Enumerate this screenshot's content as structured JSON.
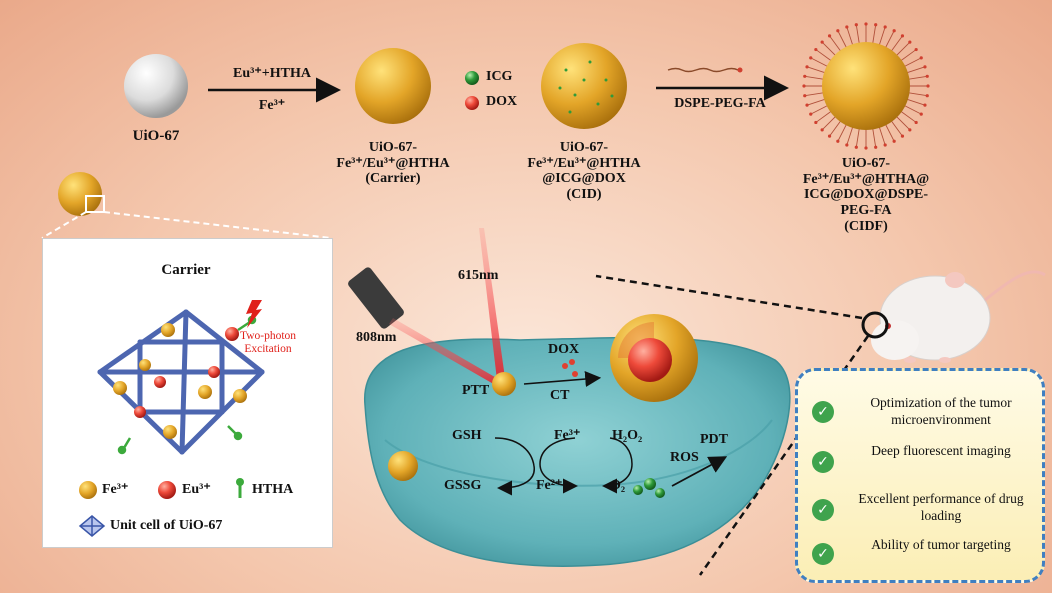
{
  "synthesis": {
    "uio67": "UiO-67",
    "step1_top": "Eu³⁺+HTHA",
    "step1_bottom": "Fe³⁺",
    "carrier_l1": "UiO-67-",
    "carrier_l2": "Fe³⁺/Eu³⁺@HTHA",
    "carrier_l3": "(Carrier)",
    "icg": "ICG",
    "dox": "DOX",
    "cid_l1": "UiO-67-",
    "cid_l2": "Fe³⁺/Eu³⁺@HTHA",
    "cid_l3": "@ICG@DOX",
    "cid_l4": "(CID)",
    "step3": "DSPE-PEG-FA",
    "cidf_l1": "UiO-67-",
    "cidf_l2": "Fe³⁺/Eu³⁺@HTHA@",
    "cidf_l3": "ICG@DOX@DSPE-",
    "cidf_l4": "PEG-FA",
    "cidf_l5": "(CIDF)"
  },
  "carrier_panel": {
    "title": "Carrier",
    "excitation_l1": "Two-photon",
    "excitation_l2": "Excitation",
    "legend_fe": "Fe³⁺",
    "legend_eu": "Eu³⁺",
    "legend_htha": "HTHA",
    "legend_cell": "Unit cell of UiO-67"
  },
  "tumor": {
    "laser_615": "615nm",
    "laser_808": "808nm",
    "dox": "DOX",
    "ptt": "PTT",
    "ct": "CT",
    "gsh": "GSH",
    "gssg": "GSSG",
    "fe3": "Fe³⁺",
    "fe2": "Fe²⁺",
    "h2o2": "H₂O₂",
    "o2": "O₂",
    "ros": "ROS",
    "pdt": "PDT"
  },
  "features": [
    "Optimization of the tumor microenvironment",
    "Deep fluorescent imaging",
    "Excellent performance of drug loading",
    "Ability of tumor targeting"
  ],
  "colors": {
    "fe_gold": "#c99a1c",
    "eu_red": "#e04848",
    "htha_green": "#3caa3c",
    "tumor_teal": "#5fb1b8",
    "panel_border": "#3f7fc1",
    "check_green": "#3fa34d",
    "laser_red": "#e8202a"
  }
}
